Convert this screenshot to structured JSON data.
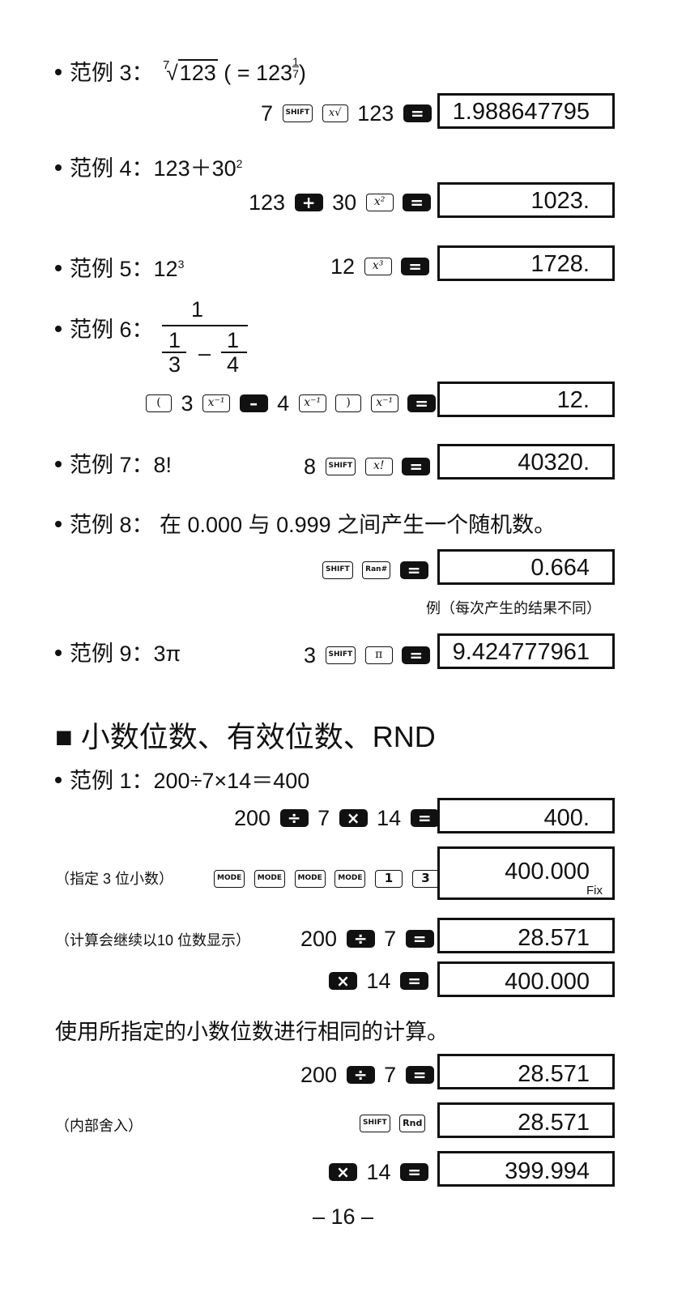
{
  "ex3": {
    "label": "范例 3：",
    "idx": "7",
    "radicand": "123",
    "eq_open": "( = 123",
    "exp_num": "1",
    "exp_den": "7",
    "eq_close": ")",
    "k1": "7",
    "shift": "SHIFT",
    "root_key": "x√",
    "k2": "123",
    "result": "1.988647795"
  },
  "ex4": {
    "label": "范例 4：",
    "expr": "123＋30",
    "expr_sup": "2",
    "k1": "123",
    "k2": "30",
    "sq_key": "x²",
    "result": "1023."
  },
  "ex5": {
    "label": "范例 5：",
    "expr": "12",
    "expr_sup": "3",
    "k1": "12",
    "cube_key": "x³",
    "result": "1728."
  },
  "ex6": {
    "label": "范例 6：",
    "top": "1",
    "n1": "1",
    "d1": "3",
    "minus": "–",
    "n2": "1",
    "d2": "4",
    "lpar": "(",
    "k1": "3",
    "inv_key": "x⁻¹",
    "k2": "4",
    "rpar": ")",
    "result": "12."
  },
  "ex7": {
    "label": "范例 7：8!",
    "k1": "8",
    "shift": "SHIFT",
    "fact_key": "x!",
    "result": "40320."
  },
  "ex8": {
    "label": "范例 8：  在 0.000 与 0.999 之间产生一个随机数。",
    "shift": "SHIFT",
    "ran_key": "Ran#",
    "result": "0.664",
    "note": "例（每次产生的结果不同）"
  },
  "ex9": {
    "label": "范例 9：3π",
    "k1": "3",
    "shift": "SHIFT",
    "pi_key": "π",
    "result": "9.424777961"
  },
  "section": {
    "square": "■",
    "title": "小数位数、有效位数、RND"
  },
  "s1": {
    "label": "范例 1：200÷7×14＝400",
    "k1": "200",
    "k2": "7",
    "k3": "14",
    "result": "400.",
    "note_fix": "（指定 3 位小数）",
    "mode": "MODE",
    "one": "1",
    "three": "3",
    "fix_result": "400.000",
    "fix_ind": "Fix",
    "note_calc": "（计算会继续以10 位数显示）",
    "r1": "28.571",
    "r2": "400.000",
    "same": "使用所指定的小数位数进行相同的计算。",
    "r3": "28.571",
    "note_round": "（内部舍入）",
    "rnd_key": "Rnd",
    "r4": "28.571",
    "r5": "399.994"
  },
  "keys": {
    "plus": "+",
    "minus": "–",
    "div": "÷",
    "mul": "×",
    "eq": "="
  },
  "page": "– 16 –"
}
